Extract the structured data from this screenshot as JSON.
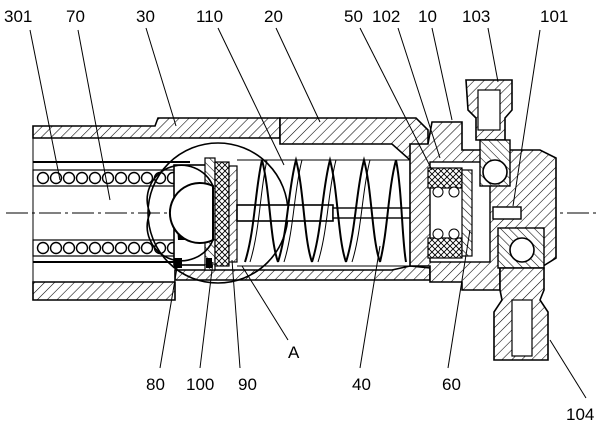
{
  "figure": {
    "background": "#ffffff",
    "line_color": "#000000",
    "labels": {
      "l301": "301",
      "l70": "70",
      "l30": "30",
      "l110": "110",
      "l20": "20",
      "l50": "50",
      "l102": "102",
      "l10": "10",
      "l103": "103",
      "l101": "101",
      "l80": "80",
      "l100": "100",
      "l90": "90",
      "lA": "A",
      "l40": "40",
      "l60": "60",
      "l104": "104"
    }
  }
}
